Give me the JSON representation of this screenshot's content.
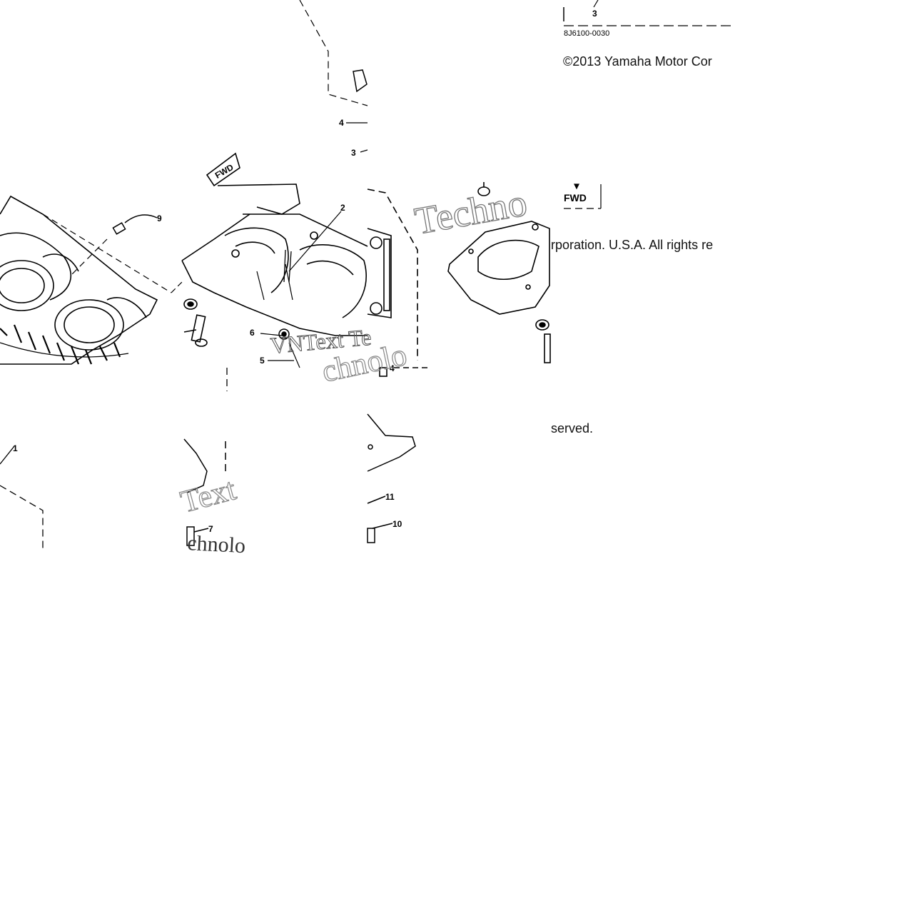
{
  "diagram": {
    "part_code": "8J6100-0030",
    "copyright_parts": [
      "©2013 Yamaha Motor Cor",
      "rporation. U.S.A. All rights re",
      "served."
    ],
    "fwd_labels": [
      "FWD",
      "FWD"
    ],
    "watermark_parts": [
      "Techno",
      "VNText Te",
      "chnolo",
      "Text",
      "chnolo"
    ],
    "callouts": [
      "3",
      "4",
      "3",
      "9",
      "2",
      "6",
      "5",
      "4",
      "1",
      "7",
      "11",
      "10"
    ]
  }
}
